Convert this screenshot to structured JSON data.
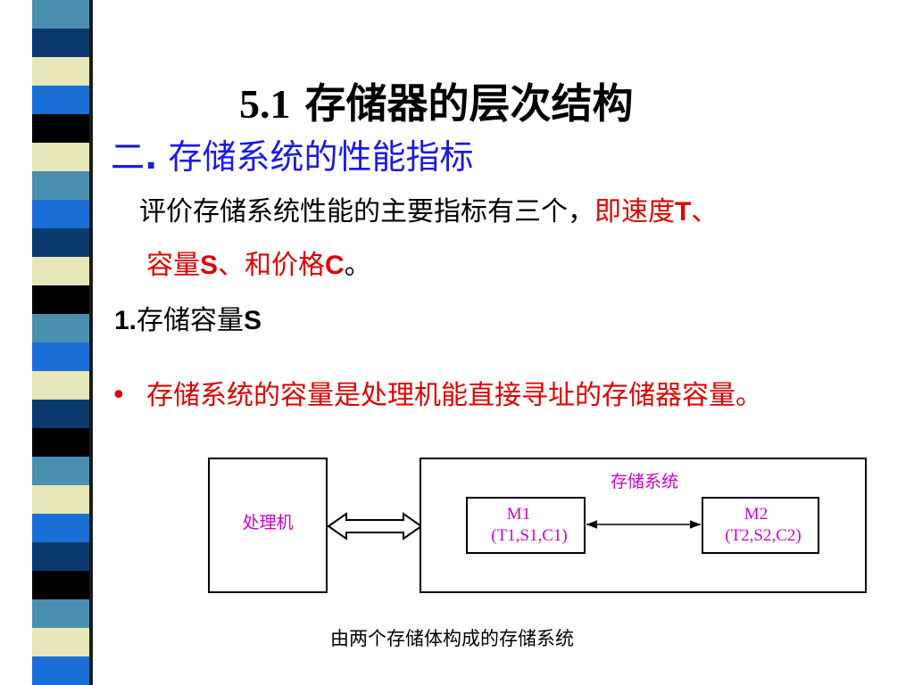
{
  "title": {
    "number": "5.1",
    "text": "存储器的层次结构"
  },
  "section": {
    "prefix": "二",
    "dot": ".",
    "text": "存储系统的性能指标"
  },
  "intro": {
    "line1_black": "评价存储系统性能的主要指标有三个，",
    "line1_red_cn": "即速度",
    "line1_red_t": "T",
    "line1_red_sep": "、",
    "line2_red_cn1": "容量",
    "line2_red_s": "S",
    "line2_red_cn2": "、和价格",
    "line2_red_c": "C",
    "line2_black_end": "。"
  },
  "heading1": {
    "number": "1.",
    "text": "存储容量",
    "letter": "S"
  },
  "bullet": {
    "mark": "•",
    "text": "存储系统的容量是处理机能直接寻址的存储器容量。"
  },
  "diagram": {
    "processor_label": "处理机",
    "system_label": "存储系统",
    "m1_name": "M1",
    "m1_params": "(T1,S1,C1)",
    "m2_name": "M2",
    "m2_params": "(T2,S2,C2)"
  },
  "caption": "由两个存储体构成的存储系统",
  "colors": {
    "stripe": [
      "#4a8fb0",
      "#0a3a6e",
      "#e6e6b8",
      "#1a6fd6",
      "#000000",
      "#e6e6b8",
      "#4a8fb0",
      "#1a6fd6",
      "#0a3a6e",
      "#e6e6b8",
      "#000000",
      "#4a8fb0",
      "#1a6fd6",
      "#e6e6b8",
      "#0a3a6e",
      "#000000",
      "#4a8fb0",
      "#e6e6b8",
      "#1a6fd6",
      "#0a3a6e",
      "#000000",
      "#4a8fb0",
      "#e6e6b8",
      "#1a6fd6"
    ],
    "section_blue": "#1a1ae6",
    "emphasis_red": "#e00000",
    "diagram_magenta": "#cc00cc"
  }
}
